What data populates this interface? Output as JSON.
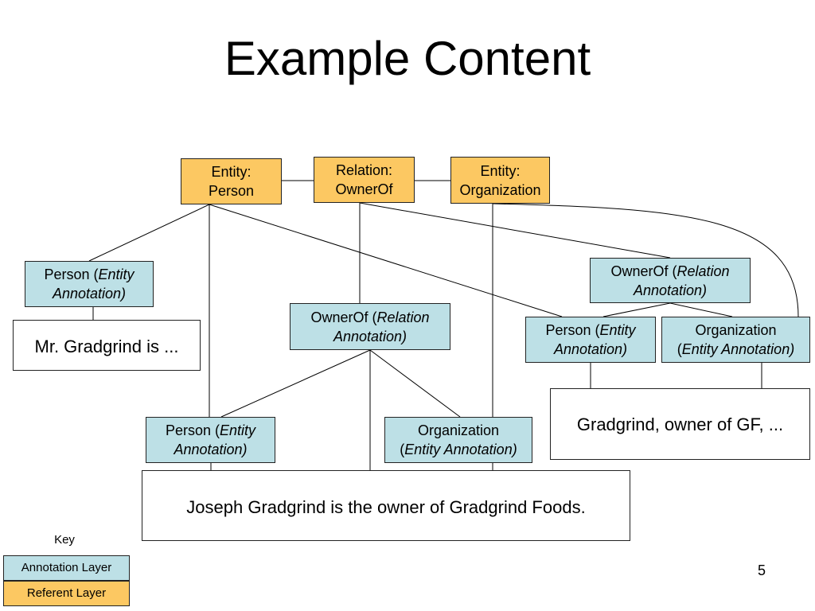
{
  "title": "Example Content",
  "referents": {
    "entity_person": {
      "line1": "Entity:",
      "line2": "Person"
    },
    "relation_ownerof": {
      "line1": "Relation:",
      "line2": "OwnerOf"
    },
    "entity_organization": {
      "line1": "Entity:",
      "line2": "Organization"
    }
  },
  "annotations": {
    "person_left": {
      "prefix": "Person (",
      "italic1": "Entity",
      "italic2": "Annotation)"
    },
    "ownerof_middle": {
      "prefix": "OwnerOf (",
      "italic1": "Relation",
      "italic2": "Annotation)"
    },
    "person_bottom": {
      "prefix": "Person (",
      "italic1": "Entity",
      "italic2": "Annotation)"
    },
    "organization_bottom": {
      "line1": "Organization",
      "prefix2": "(",
      "italic2": "Entity Annotation)"
    },
    "ownerof_right": {
      "prefix": "OwnerOf (",
      "italic1": "Relation",
      "italic2": "Annotation)"
    },
    "person_right": {
      "prefix": "Person (",
      "italic1": "Entity",
      "italic2": "Annotation)"
    },
    "organization_right": {
      "line1": "Organization",
      "prefix2": "(",
      "italic2": "Entity Annotation)"
    }
  },
  "texts": {
    "left": "Mr. Gradgrind is ...",
    "right": "Gradgrind, owner of GF, ...",
    "bottom": "Joseph Gradgrind is the owner of Gradgrind Foods."
  },
  "key": {
    "label": "Key",
    "annotation_layer": "Annotation Layer",
    "referent_layer": "Referent Layer"
  },
  "colors": {
    "annotation_layer": "#bde0e6",
    "referent_layer": "#fcc862"
  },
  "page_number": "5"
}
